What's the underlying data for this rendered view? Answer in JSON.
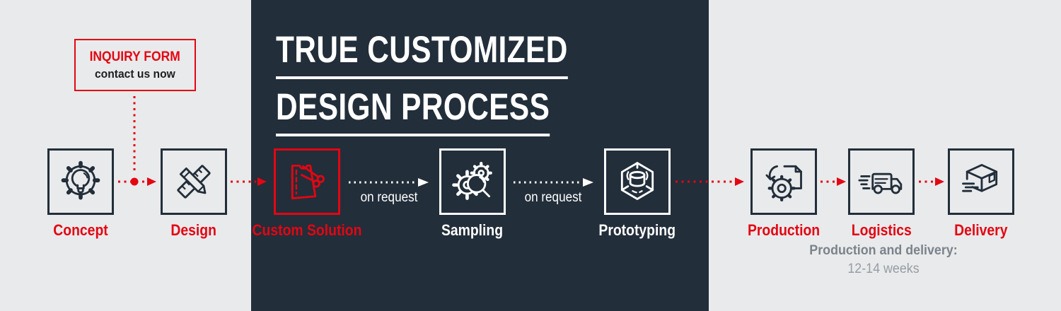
{
  "title": {
    "line1": "TRUE CUSTOMIZED",
    "line2": "DESIGN PROCESS"
  },
  "inquiry": {
    "title": "INQUIRY FORM",
    "subtitle": "contact us now"
  },
  "steps": [
    {
      "label": "Concept",
      "icon": "gear-lightbulb-icon",
      "variant": "dark"
    },
    {
      "label": "Design",
      "icon": "ruler-pencil-icon",
      "variant": "dark"
    },
    {
      "label": "Custom Solution",
      "icon": "pattern-scissors-icon",
      "variant": "red"
    },
    {
      "label": "Sampling",
      "icon": "gears-magnifier-icon",
      "variant": "white"
    },
    {
      "label": "Prototyping",
      "icon": "hexagon-cylinder-icon",
      "variant": "white"
    },
    {
      "label": "Production",
      "icon": "gear-document-icon",
      "variant": "dark"
    },
    {
      "label": "Logistics",
      "icon": "truck-icon",
      "variant": "dark"
    },
    {
      "label": "Delivery",
      "icon": "package-icon",
      "variant": "dark"
    }
  ],
  "connectors": {
    "on_request": "on request"
  },
  "footer": {
    "bold_line": "Production and delivery:",
    "light_line": "12-14 weeks"
  },
  "colors": {
    "background": "#e9eaeb",
    "panel": "#222e3a",
    "accent_red": "#e30613",
    "white": "#ffffff",
    "gray_bold_text": "#7b838b",
    "gray_light_text": "#969da4"
  }
}
